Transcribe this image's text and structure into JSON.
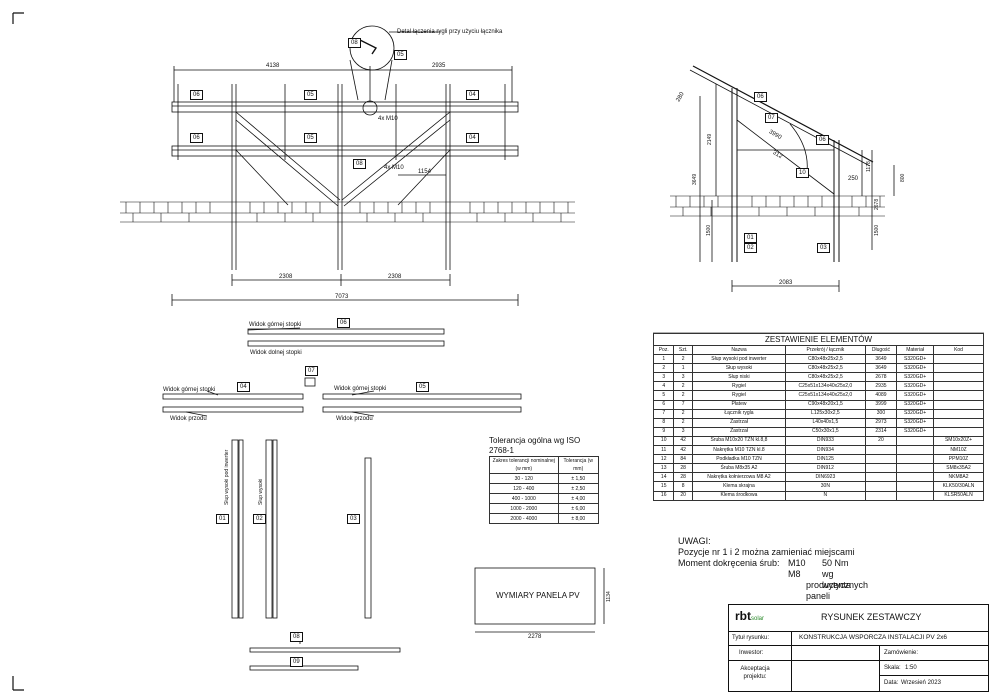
{
  "detail_note": "Detal łączenia rygli przy użyciu łącznika",
  "front_view": {
    "dims_top": [
      "4138",
      "2935"
    ],
    "dim_mid": "1154",
    "dims_bottom": [
      "2308",
      "2308"
    ],
    "dim_total": "7073",
    "bolt_notes": [
      "4x M10",
      "4x M10"
    ],
    "tags": [
      "06",
      "05",
      "04",
      "06",
      "05",
      "04",
      "08",
      "08",
      "05"
    ]
  },
  "side_view": {
    "dims": [
      "280",
      "2149",
      "3649",
      "1500",
      "3990",
      "312",
      "1178",
      "2678",
      "800",
      "250",
      "1500",
      "2083"
    ],
    "tags": [
      "06",
      "07",
      "10",
      "06",
      "01",
      "02",
      "03"
    ]
  },
  "part_views": {
    "labels": [
      "Widok górnej stopki",
      "Widok dolnej stopki",
      "Widok górnej stopki",
      "Widok przodu",
      "Widok górnej stopki",
      "Widok przodu"
    ],
    "tags": [
      "06",
      "07",
      "04",
      "05",
      "01",
      "02",
      "03",
      "08",
      "09"
    ],
    "post_labels": [
      "Słup wysoki pod inwerter",
      "Słup wysoki"
    ]
  },
  "tolerance": {
    "title": "Tolerancja ogólna wg ISO 2768-1",
    "headers": [
      "Zakres tolerancji nominalnej (w mm)",
      "Tolerancja (w mm)"
    ],
    "rows": [
      [
        "30 - 120",
        "± 1,50"
      ],
      [
        "120 - 400",
        "± 2,50"
      ],
      [
        "400 - 1000",
        "± 4,00"
      ],
      [
        "1000 - 2000",
        "± 6,00"
      ],
      [
        "2000 - 4000",
        "± 8,00"
      ]
    ]
  },
  "panel": {
    "label": "WYMIARY PANELA PV",
    "width": "2278",
    "height": "1134"
  },
  "bom": {
    "title": "ZESTAWIENIE ELEMENTÓW",
    "headers": [
      "Poz.",
      "Szt.",
      "Nazwa",
      "Przekrój / łącznik",
      "Długość",
      "Materiał",
      "Kod"
    ],
    "rows": [
      [
        "1",
        "2",
        "Słup wysoki pod inwerter",
        "C80x48x25x2,5",
        "3649",
        "S320GD+",
        ""
      ],
      [
        "2",
        "1",
        "Słup wysoki",
        "C80x48x25x2,5",
        "3649",
        "S320GD+",
        ""
      ],
      [
        "3",
        "3",
        "Słup niski",
        "C80x48x25x2,5",
        "2678",
        "S320GD+",
        ""
      ],
      [
        "4",
        "2",
        "Rygiel",
        "C25x51x134x40x25x2,0",
        "2935",
        "S320GD+",
        ""
      ],
      [
        "5",
        "2",
        "Rygiel",
        "C25x51x134x40x25x2,0",
        "4089",
        "S320GD+",
        ""
      ],
      [
        "6",
        "7",
        "Płatew",
        "C90x48x20x1,5",
        "3999",
        "S320GD+",
        ""
      ],
      [
        "7",
        "2",
        "Łącznik rygla",
        "L125x30x2,5",
        "300",
        "S320GD+",
        ""
      ],
      [
        "8",
        "2",
        "Zastrzał",
        "L40x40x1,5",
        "2973",
        "S320GD+",
        ""
      ],
      [
        "9",
        "3",
        "Zastrzał",
        "C50x30x1,5",
        "2314",
        "S320GD+",
        ""
      ],
      [
        "10",
        "42",
        "Śruba M10x20 TZN kl.8,8",
        "DIN933",
        "20",
        "",
        "SM10x20Z+"
      ],
      [
        "11",
        "42",
        "Nakrętka M10 TZN kl.8",
        "DIN934",
        "",
        "",
        "NM10Z"
      ],
      [
        "12",
        "84",
        "Podkładka M10 TZN",
        "DIN125",
        "",
        "",
        "PPM10Z"
      ],
      [
        "13",
        "28",
        "Śruba M8x35 A2",
        "DIN912",
        "",
        "",
        "SM8x35A2"
      ],
      [
        "14",
        "28",
        "Nakrętka kołnierzowa M8 A2",
        "DIN6923",
        "",
        "",
        "NKM8A2"
      ],
      [
        "15",
        "8",
        "Klema skrajna",
        "30N",
        "",
        "",
        "KLK50/30ALN"
      ],
      [
        "16",
        "20",
        "Klema środkowa",
        "N",
        "",
        "",
        "KLSR50ALN"
      ]
    ]
  },
  "notes": {
    "title": "UWAGI:",
    "line1": "Pozycje nr 1 i 2 można zamieniać miejscami",
    "torque_label": "Moment dokręcenia śrub:",
    "m10": "M10",
    "m10_value": "50 Nm",
    "m8": "M8",
    "m8_value": "wg wytycznych",
    "m8_value2": "producenta paneli"
  },
  "title_block": {
    "logo_main": "rbt",
    "logo_sub": "solar",
    "drawing_title": "RYSUNEK ZESTAWCZY",
    "label_title": "Tytuł rysunku:",
    "value_title": "KONSTRUKCJA WSPORCZA INSTALACJI PV 2x6",
    "label_investor": "Inwestor:",
    "label_order": "Zamówienie:",
    "label_accept": "Akceptacja projektu:",
    "label_scale": "Skala:",
    "value_scale": "1:50",
    "label_date": "Data:",
    "value_date": "Wrzesień 2023"
  },
  "colors": {
    "line": "#111111",
    "frame": "#000000"
  }
}
